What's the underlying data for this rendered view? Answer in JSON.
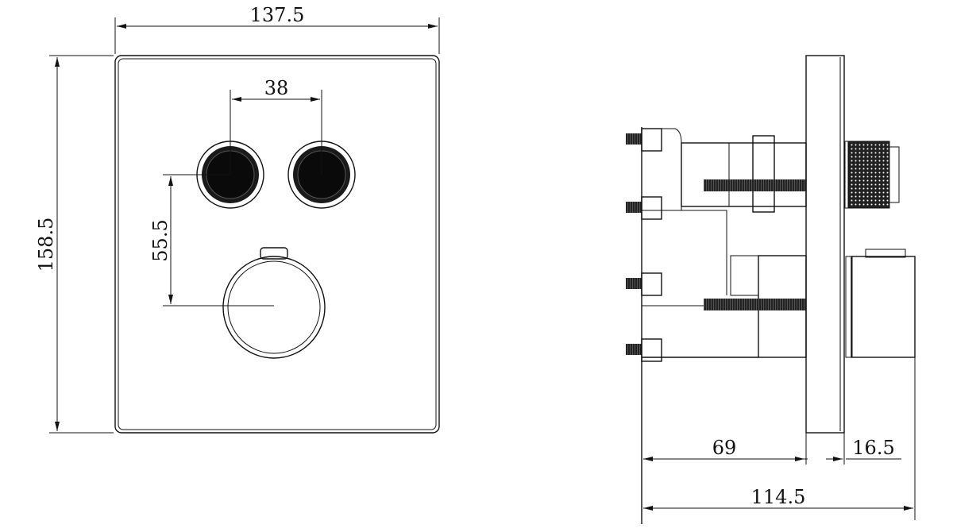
{
  "front_view": {
    "width_dim": "137.5",
    "height_dim": "158.5",
    "button_spacing_dim": "38",
    "button_to_knob_dim": "55.5"
  },
  "side_view": {
    "body_depth_dim": "69",
    "trim_depth_dim": "16.5",
    "total_depth_dim": "114.5"
  }
}
